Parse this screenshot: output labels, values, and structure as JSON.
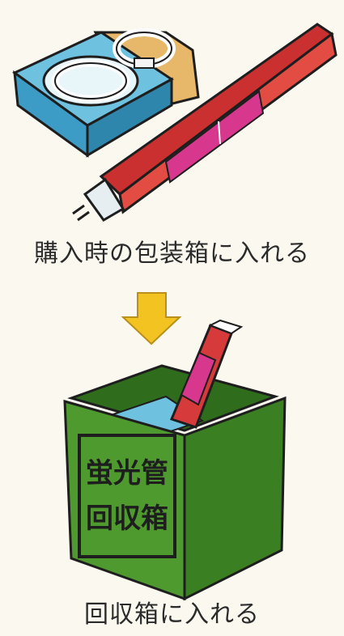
{
  "captions": {
    "step1": "購入時の包装箱に入れる",
    "step2": "回収箱に入れる"
  },
  "box_label": {
    "line1": "蛍光管",
    "line2": "回収箱"
  },
  "colors": {
    "background": "#fbf9ef",
    "package_blue": "#5bb7d6",
    "tube_red": "#d63a3a",
    "tube_pink": "#d8378e",
    "arrow_yellow": "#f2c321",
    "box_green": "#4f9a2e",
    "box_dark_green": "#2f6d1c",
    "outline": "#1e1e1e"
  },
  "icons": {
    "arrow": "down-arrow-icon"
  }
}
